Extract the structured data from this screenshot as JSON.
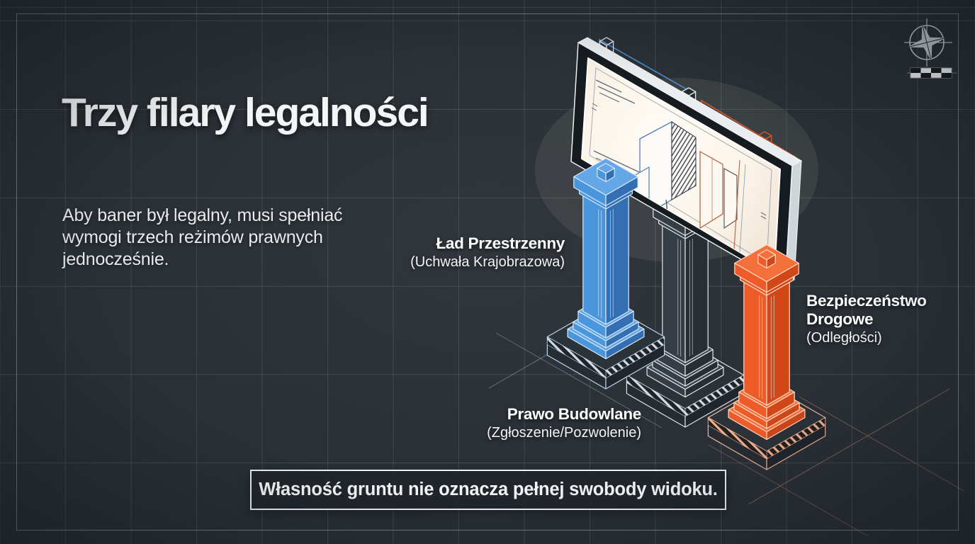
{
  "slide": {
    "title": "Trzy filary legalności",
    "intro": [
      "Aby baner był legalny, musi spełniać",
      "wymogi trzech reżimów prawnych",
      "jednocześnie."
    ],
    "caption": "Własność gruntu nie oznacza pełnej swobody widoku."
  },
  "diagram": {
    "pillars": [
      {
        "id": "lad-przestrzenny",
        "label": "Ład Przestrzenny",
        "sublabel": "(Uchwała Krajobrazowa)",
        "colors": {
          "light": "#4a96dc",
          "dark": "#336fb2",
          "top": "#63a7e6",
          "outline": "#d9e9fa",
          "plinth_outline": "#b9d4ec",
          "hatch": "hatchW"
        }
      },
      {
        "id": "prawo-budowlane",
        "label": "Prawo Budowlane",
        "sublabel": "(Zgłoszenie/Pozwolenie)",
        "colors": {
          "light": "#353d45",
          "dark": "#272e34",
          "top": "#3e4750",
          "outline": "#e4eaee",
          "plinth_outline": "#dde3e8",
          "hatch": "hatchW"
        }
      },
      {
        "id": "bezpieczenstwo-drogowe",
        "label": "Bezpieczeństwo\nDrogowe",
        "sublabel": "(Odległości)",
        "colors": {
          "light": "#ec5b28",
          "dark": "#d04818",
          "top": "#f4703a",
          "outline": "#ffdcc8",
          "plinth_outline": "#f0b79d",
          "hatch": "hatchO"
        }
      }
    ],
    "accents": {
      "ghost_blue": "#4a90d8",
      "ghost_orange": "#d4552a",
      "background": "#2a3036"
    }
  },
  "hud": {
    "icons": [
      {
        "name": "compass-rose-icon"
      },
      {
        "name": "scale-bar-icon"
      }
    ]
  }
}
